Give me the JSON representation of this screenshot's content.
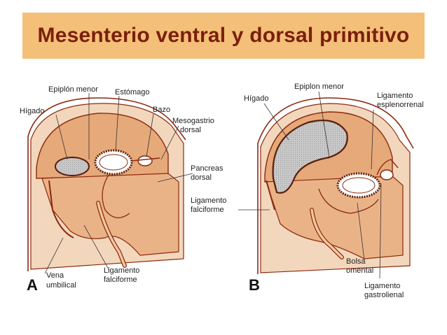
{
  "title": "Mesenterio ventral y dorsal primitivo",
  "panel_a": {
    "letter": "A",
    "labels": {
      "epiplon_menor": "Epiplón menor",
      "estomago": "Estómago",
      "higado": "Hígado",
      "bazo": "Bazo",
      "mesogastrio_line1": "Mesogastrio",
      "mesogastrio_line2": "dorsal",
      "pancreas_line1": "Pancreas",
      "pancreas_line2": "dorsal",
      "vena_line1": "Vena",
      "vena_line2": "umbilical",
      "lig_falc_line1": "Ligamento",
      "lig_falc_line2": "falciforme"
    }
  },
  "panel_b": {
    "letter": "B",
    "labels": {
      "higado": "Hígado",
      "epiplon_menor": "Epiplon menor",
      "lig_esplen_line1": "Ligamento",
      "lig_esplen_line2": "esplenorrenal",
      "lig_falc_line1": "Ligamento",
      "lig_falc_line2": "falciforme",
      "bolsa_line1": "Bolsa",
      "bolsa_line2": "omental",
      "lig_gastro_line1": "Ligamento",
      "lig_gastro_line2": "gastrolienal"
    }
  },
  "colors": {
    "title_bg": "#f4bf78",
    "title_text": "#7a1f0c",
    "tissue": "#e6a979",
    "tissue_dark": "#c8865a",
    "outline": "#8b2a10",
    "liver_fill": "#bfbfbf"
  }
}
